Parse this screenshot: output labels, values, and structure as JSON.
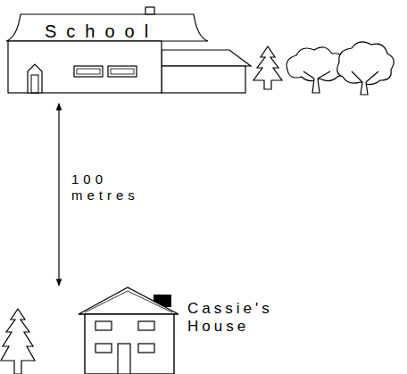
{
  "diagram": {
    "nodes": [
      {
        "text": [
          "School"
        ]
      },
      {
        "text": [
          "Cassie's House"
        ]
      }
    ],
    "edges": [
      {
        "from": 0,
        "to": 1,
        "arrow": "both",
        "label": "100 metres"
      }
    ]
  }
}
